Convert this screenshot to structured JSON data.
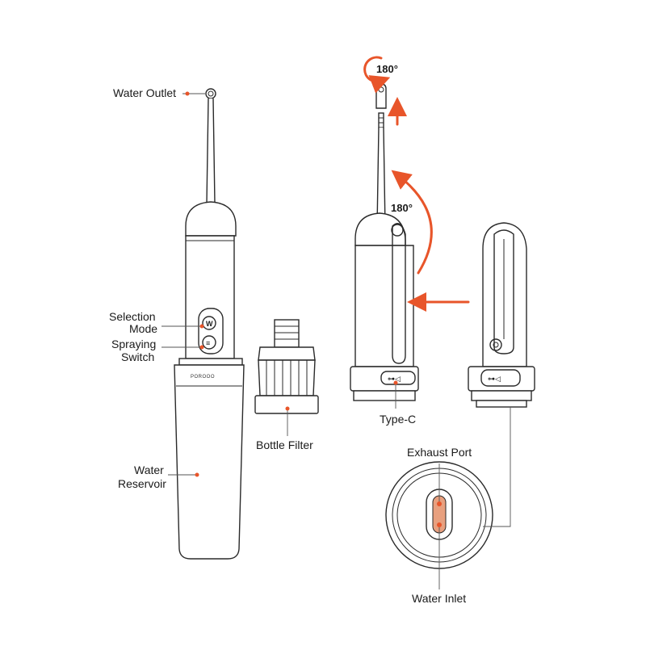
{
  "labels": {
    "water_outlet": "Water Outlet",
    "selection_mode_1": "Selection",
    "selection_mode_2": "Mode",
    "spraying_switch_1": "Spraying",
    "spraying_switch_2": "Switch",
    "water_reservoir_1": "Water",
    "water_reservoir_2": "Reservoir",
    "bottle_filter": "Bottle Filter",
    "type_c": "Type-C",
    "exhaust_port": "Exhaust Port",
    "water_inlet": "Water Inlet",
    "rotation_top": "180°",
    "rotation_mid": "180°"
  },
  "brand": "POROOO",
  "colors": {
    "accent": "#e8552a",
    "line": "#2a2a2a",
    "background": "#ffffff"
  }
}
